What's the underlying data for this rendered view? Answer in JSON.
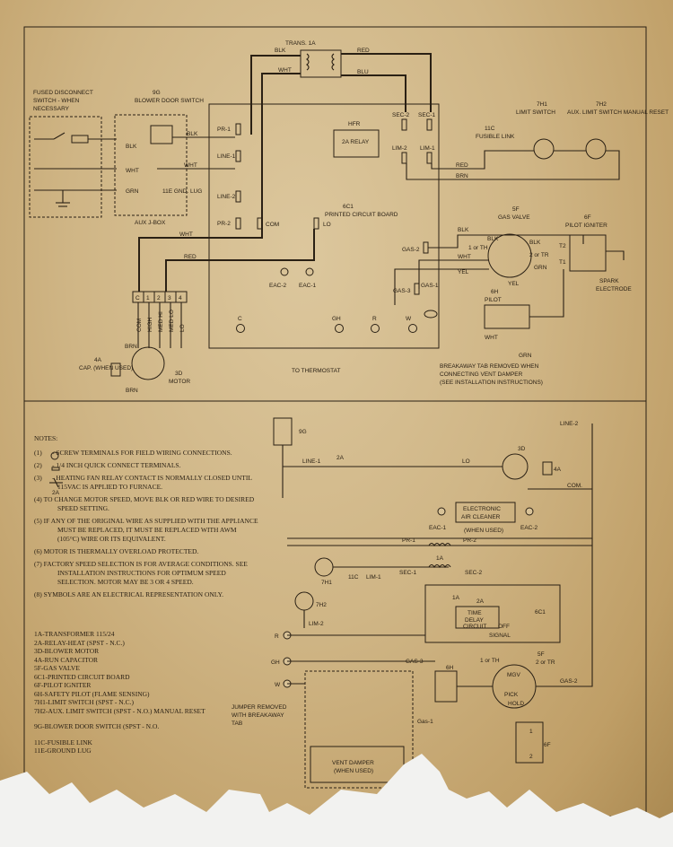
{
  "upper": {
    "disconnect_label": "FUSED DISCONNECT SWITCH - WHEN NECESSARY",
    "blower_switch_ref": "9G",
    "blower_switch_label": "BLOWER DOOR SWITCH",
    "aux_jbox": "AUX J-BOX",
    "ground_lug": "11E GND. LUG",
    "transformer": "TRANS. 1A",
    "hfr": "HFR",
    "relay": "2A RELAY",
    "board_ref": "6C1",
    "board_label": "PRINTED CIRCUIT BOARD",
    "thermostat": "TO THERMOSTAT",
    "limit_ref": "7H1",
    "limit_label": "LIMIT SWITCH",
    "aux_limit_ref": "7H2",
    "aux_limit_label": "AUX. LIMIT SWITCH MANUAL RESET",
    "fusible_ref": "11C",
    "fusible_label": "FUSIBLE LINK",
    "gas_valve_ref": "5F",
    "gas_valve_label": "GAS VALVE",
    "igniter_ref": "6F",
    "igniter_label": "PILOT IGNITER",
    "spark": "SPARK ELECTRODE",
    "pilot_ref": "6H",
    "pilot_label": "PILOT",
    "breakaway": "BREAKAWAY TAB REMOVED WHEN CONNECTING VENT DAMPER (SEE INSTALLATION INSTRUCTIONS)",
    "cap_ref": "4A",
    "cap_label": "CAP. (WHEN USED)",
    "motor_ref": "3D",
    "motor_label": "MOTOR",
    "terminals": {
      "pr1": "PR-1",
      "line1": "LINE-1",
      "line2": "LINE-2",
      "pr2": "PR-2",
      "com": "COM",
      "lo": "LO",
      "sec2": "SEC-2",
      "sec1": "SEC-1",
      "lim2": "LIM-2",
      "lim1": "LIM-1",
      "gas2": "GAS-2",
      "gas3": "GAS-3",
      "gas1": "GAS-1",
      "eac2": "EAC-2",
      "eac1": "EAC-1",
      "c": "C",
      "gh": "GH",
      "r": "R",
      "w": "W"
    },
    "wires": {
      "blk": "BLK",
      "red": "RED",
      "wht": "WHT",
      "blu": "BLU",
      "brn": "BRN",
      "grn": "GRN",
      "yel": "YEL"
    },
    "motor_pins": [
      "C",
      "1",
      "2",
      "3",
      "4"
    ],
    "motor_speeds": [
      "COM",
      "HIGH",
      "MED HI",
      "MED LO",
      "LO"
    ],
    "gas_valve_pins": {
      "one_or_th": "1 or TH",
      "two_or_tr": "2 or TR",
      "t1": "T1",
      "t2": "T2"
    }
  },
  "lower": {
    "blower_switch": "9G",
    "line1": "LINE-1",
    "line2": "LINE-2",
    "relay": "2A",
    "lo": "LO",
    "motor": "3D",
    "cap": "4A",
    "com": "COM.",
    "eac1": "EAC-1",
    "eac2": "EAC-2",
    "air_cleaner": "ELECTRONIC AIR CLEANER (WHEN USED)",
    "pr1": "PR-1",
    "pr2": "PR-2",
    "limit": "7H1",
    "fusible": "11C",
    "lim1": "LIM-1",
    "sec1": "SEC-1",
    "transformer": "1A",
    "sec2": "SEC-2",
    "aux_limit": "7H2",
    "lim2": "LIM-2",
    "time_delay": "TIME DELAY CIRCUIT",
    "off_signal": "OFF SIGNAL",
    "board": "6C1",
    "r": "R",
    "gh": "GH",
    "w": "W",
    "gas3": "GAS-3",
    "pilot": "6H",
    "valve_ref": "5F",
    "valve_one": "1 or TH",
    "valve_two": "2 or TR",
    "mgv": "MGV",
    "pick": "PICK",
    "hold": "HOLD",
    "gas2": "GAS-2",
    "gas1": "Gas-1",
    "jumper": "JUMPER REMOVED WITH BREAKAWAY TAB",
    "vent": "VENT DAMPER (WHEN USED)",
    "igniter": "6F",
    "one": "1",
    "two": "2"
  },
  "notes": {
    "title": "NOTES:",
    "items": [
      {
        "num": "(1)",
        "text": "- SCREW TERMINALS FOR FIELD WIRING CONNECTIONS."
      },
      {
        "num": "(2)",
        "text": "- 1/4 INCH QUICK CONNECT TERMINALS."
      },
      {
        "num": "(3)",
        "text": "- HEATING FAN RELAY CONTACT IS NORMALLY CLOSED UNTIL 115VAC IS APPLIED TO FURNACE."
      },
      {
        "num": "(4)",
        "text": "TO CHANGE MOTOR SPEED, MOVE BLK OR RED WIRE TO DESIRED SPEED SETTING."
      },
      {
        "num": "(5)",
        "text": "IF ANY OF THE ORIGINAL WIRE AS SUPPLIED WITH THE APPLIANCE MUST BE REPLACED, IT MUST BE REPLACED WITH AWM (105°C) WIRE OR ITS EQUIVALENT."
      },
      {
        "num": "(6)",
        "text": "MOTOR IS THERMALLY OVERLOAD PROTECTED."
      },
      {
        "num": "(7)",
        "text": "FACTORY SPEED SELECTION IS FOR AVERAGE CONDITIONS. SEE INSTALLATION INSTRUCTIONS FOR OPTIMUM SPEED SELECTION. MOTOR MAY BE 3 OR 4 SPEED."
      },
      {
        "num": "(8)",
        "text": "SYMBOLS ARE AN ELECTRICAL REPRESENTATION ONLY."
      }
    ]
  },
  "legend": {
    "items": [
      "1A-TRANSFORMER 115/24",
      "2A-RELAY-HEAT (SPST - N.C.)",
      "3D-BLOWER MOTOR",
      "4A-RUN CAPACITOR",
      "5F-GAS VALVE",
      "6C1-PRINTED CIRCUIT BOARD",
      "6F-PILOT IGNITER",
      "6H-SAFETY PILOT (FLAME SENSING)",
      "7H1-LIMIT SWITCH (SPST - N.C.)",
      "7H2-AUX. LIMIT SWITCH (SPST - N.O.) MANUAL RESET",
      "",
      "9G-BLOWER DOOR SWITCH (SPST - N.O.",
      "",
      "11C-FUSIBLE LINK",
      "11E-GROUND LUG"
    ]
  },
  "colors": {
    "paper": "#cfb585",
    "ink": "#2a2014"
  }
}
